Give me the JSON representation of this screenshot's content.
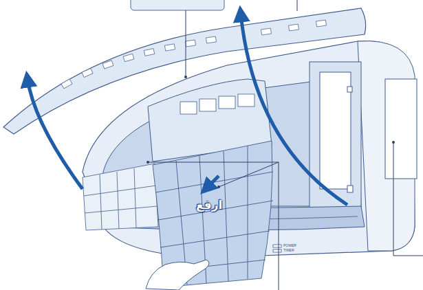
{
  "diagram": {
    "labels": [
      "ارفع",
      "POWER",
      "TIMER"
    ]
  }
}
